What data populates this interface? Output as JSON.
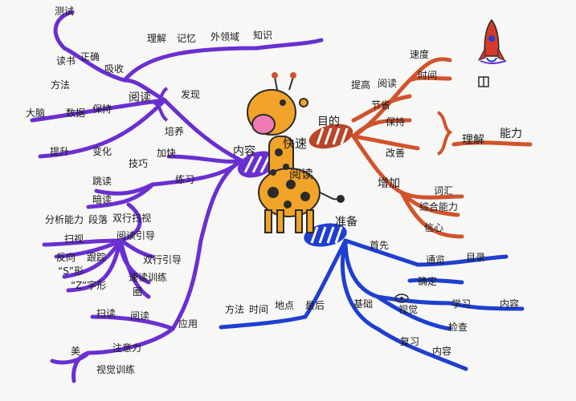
{
  "center": {
    "line1": "快速",
    "line2": "阅读"
  },
  "purple_branch": {
    "main": "内容",
    "reading": "阅读",
    "discover": "发现",
    "train": "培养",
    "skill": "技巧",
    "practice": "练习",
    "improve": "提升",
    "change": "变化",
    "read_aloud": "读书",
    "correct": "正确",
    "absorb": "吸收",
    "method": "方法",
    "brain": "大脑",
    "data": "数据",
    "keep": "保持",
    "understand": "理解",
    "memory": "记忆",
    "outside": "外领域",
    "knowledge": "知识",
    "test": "测试",
    "jump_read": "跳读",
    "dark_read": "暗读",
    "ability": "分析能力",
    "paragraph": "段落",
    "sentence": "双行扫视",
    "scan": "扫视",
    "read_target": "阅读引导",
    "reverse": "反向",
    "trace": "跟踪",
    "double": "双行引导",
    "s_shape": "“S”形",
    "z_shape": "“Z”字形",
    "speed_read": "速读训练",
    "mark": "圈",
    "sweep": "扫读",
    "read2": "阅读",
    "apply": "应用",
    "beauty": "美",
    "notice": "注意力",
    "focus": "视觉训练",
    "increase": "加快"
  },
  "red_branch": {
    "main": "目的",
    "raise": "提高",
    "read": "阅读",
    "speed": "速度",
    "time": "时间",
    "save": "节省",
    "keep": "保持",
    "improve": "改善",
    "understand": "理解",
    "ability": "能力",
    "add": "增加",
    "vocab": "词汇",
    "comprehension": "综合能力",
    "confidence": "信心"
  },
  "blue_branch": {
    "main": "准备",
    "first": "首先",
    "scan": "通览",
    "catalog": "目录",
    "determine": "确定",
    "learn": "学习",
    "content": "内容",
    "basic": "基础",
    "eye": "视觉",
    "review": "复习",
    "inner": "内容",
    "final": "最后",
    "check": "检查",
    "time": "时间",
    "place": "地点",
    "method": "方法"
  },
  "colors": {
    "purple": "#6a2fd1",
    "red": "#d0532c",
    "blue": "#1f3fd0",
    "giraffe_body": "#f2a329",
    "giraffe_spot": "#2b2b2b",
    "giraffe_face": "#f07ab6",
    "rocket": "#d63a2a"
  },
  "icons": [
    "giraffe-icon",
    "rocket-icon",
    "book-icon",
    "eye-icon"
  ]
}
